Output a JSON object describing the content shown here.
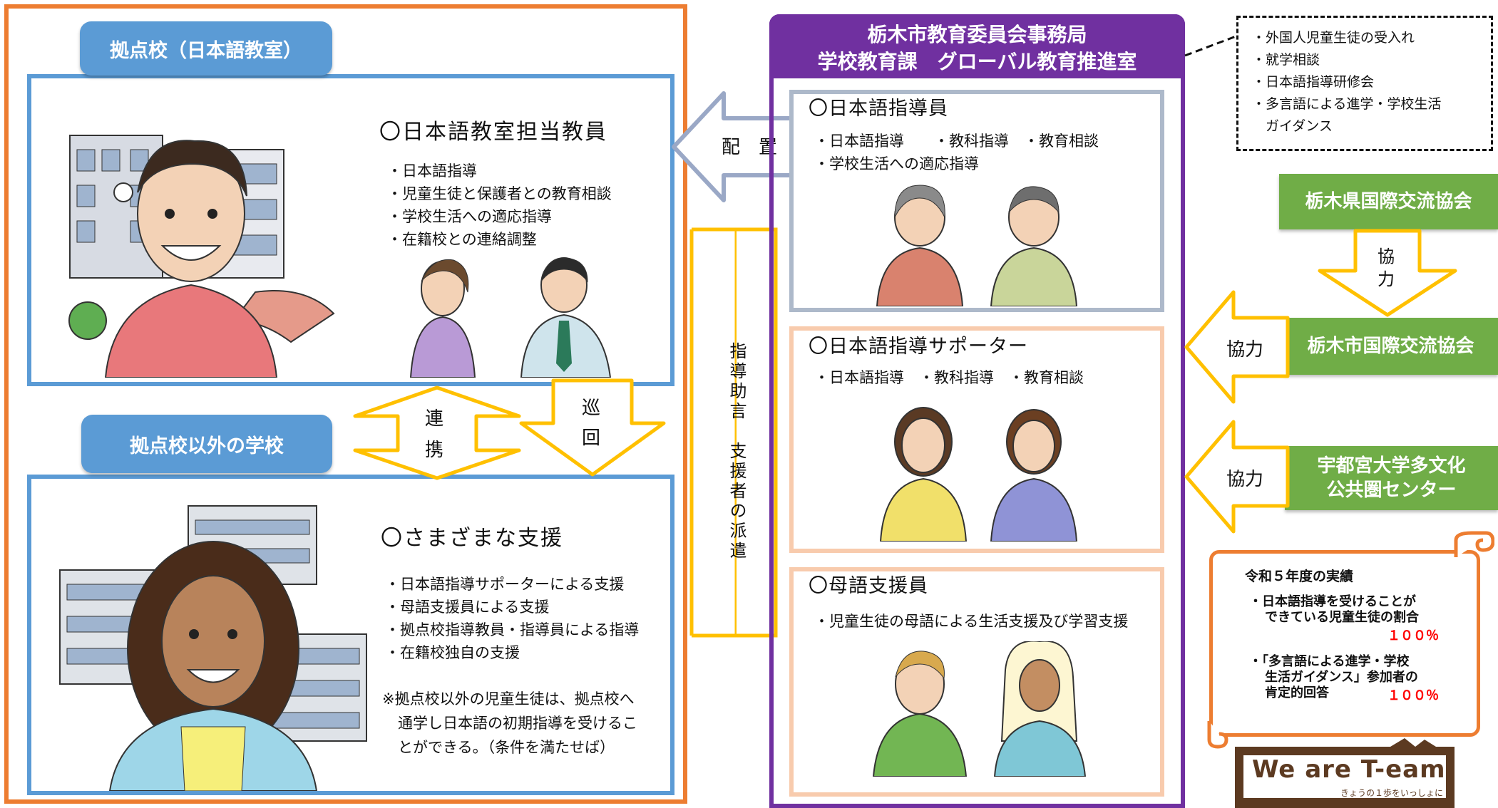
{
  "colors": {
    "orange": "#ED7D31",
    "blue": "#5B9BD5",
    "purple": "#7030A0",
    "green": "#70AD47",
    "yellow": "#FFC000",
    "red": "#FF0000",
    "brown": "#5C3A21"
  },
  "kyoten": {
    "tab": "拠点校（日本語教室）",
    "title": "〇日本語教室担当教員",
    "items": [
      "・日本語指導",
      "・児童生徒と保護者との教育相談",
      "・学校生活への適応指導",
      "・在籍校との連絡調整"
    ]
  },
  "other": {
    "tab": "拠点校以外の学校",
    "title": "〇さまざまな支援",
    "items": [
      "・日本語指導サポーターによる支援",
      "・母語支援員による支援",
      "・拠点校指導教員・指導員による指導",
      "・在籍校独自の支援"
    ],
    "note": [
      "※拠点校以外の児童生徒は、拠点校へ",
      "通学し日本語の初期指導を受けるこ",
      "とができる。（条件を満たせば）"
    ]
  },
  "arrows": {
    "haichi": "配　置",
    "renkei": [
      "連",
      "携"
    ],
    "junkai": [
      "巡",
      "回"
    ],
    "shido": "指導助言　支援者の派遣",
    "kyoryoku_down": [
      "協",
      "力"
    ],
    "kyoryoku1": "協力",
    "kyoryoku2": "協力"
  },
  "board": {
    "line1": "栃木市教育委員会事務局",
    "line2": "学校教育課　グローバル教育推進室",
    "instructor": {
      "title": "〇日本語指導員",
      "line1": "・日本語指導　　・教科指導　・教育相談",
      "line2": "・学校生活への適応指導"
    },
    "supporter": {
      "title": "〇日本語指導サポーター",
      "line1": "・日本語指導　・教科指導　・教育相談"
    },
    "native": {
      "title": "〇母語支援員",
      "line1": "・児童生徒の母語による生活支援及び学習支援"
    }
  },
  "duties": [
    "・外国人児童生徒の受入れ",
    "・就学相談",
    "・日本語指導研修会",
    "・多言語による進学・学校生活",
    "　ガイダンス"
  ],
  "orgs": {
    "pref": "栃木県国際交流協会",
    "city": "栃木市国際交流協会",
    "univ": [
      "宇都宮大学多文化",
      "公共圏センター"
    ]
  },
  "results": {
    "title": "令和５年度の実績",
    "item1": [
      "・日本語指導を受けることが",
      "できている児童生徒の割合"
    ],
    "value1": "１００％",
    "item2": [
      "・「多言語による進学・学校",
      "生活ガイダンス」参加者の",
      "肯定的回答"
    ],
    "value2": "１００％"
  },
  "logo": {
    "text": "We are T-eam",
    "sub": "きょうの１歩をいっしょに"
  }
}
